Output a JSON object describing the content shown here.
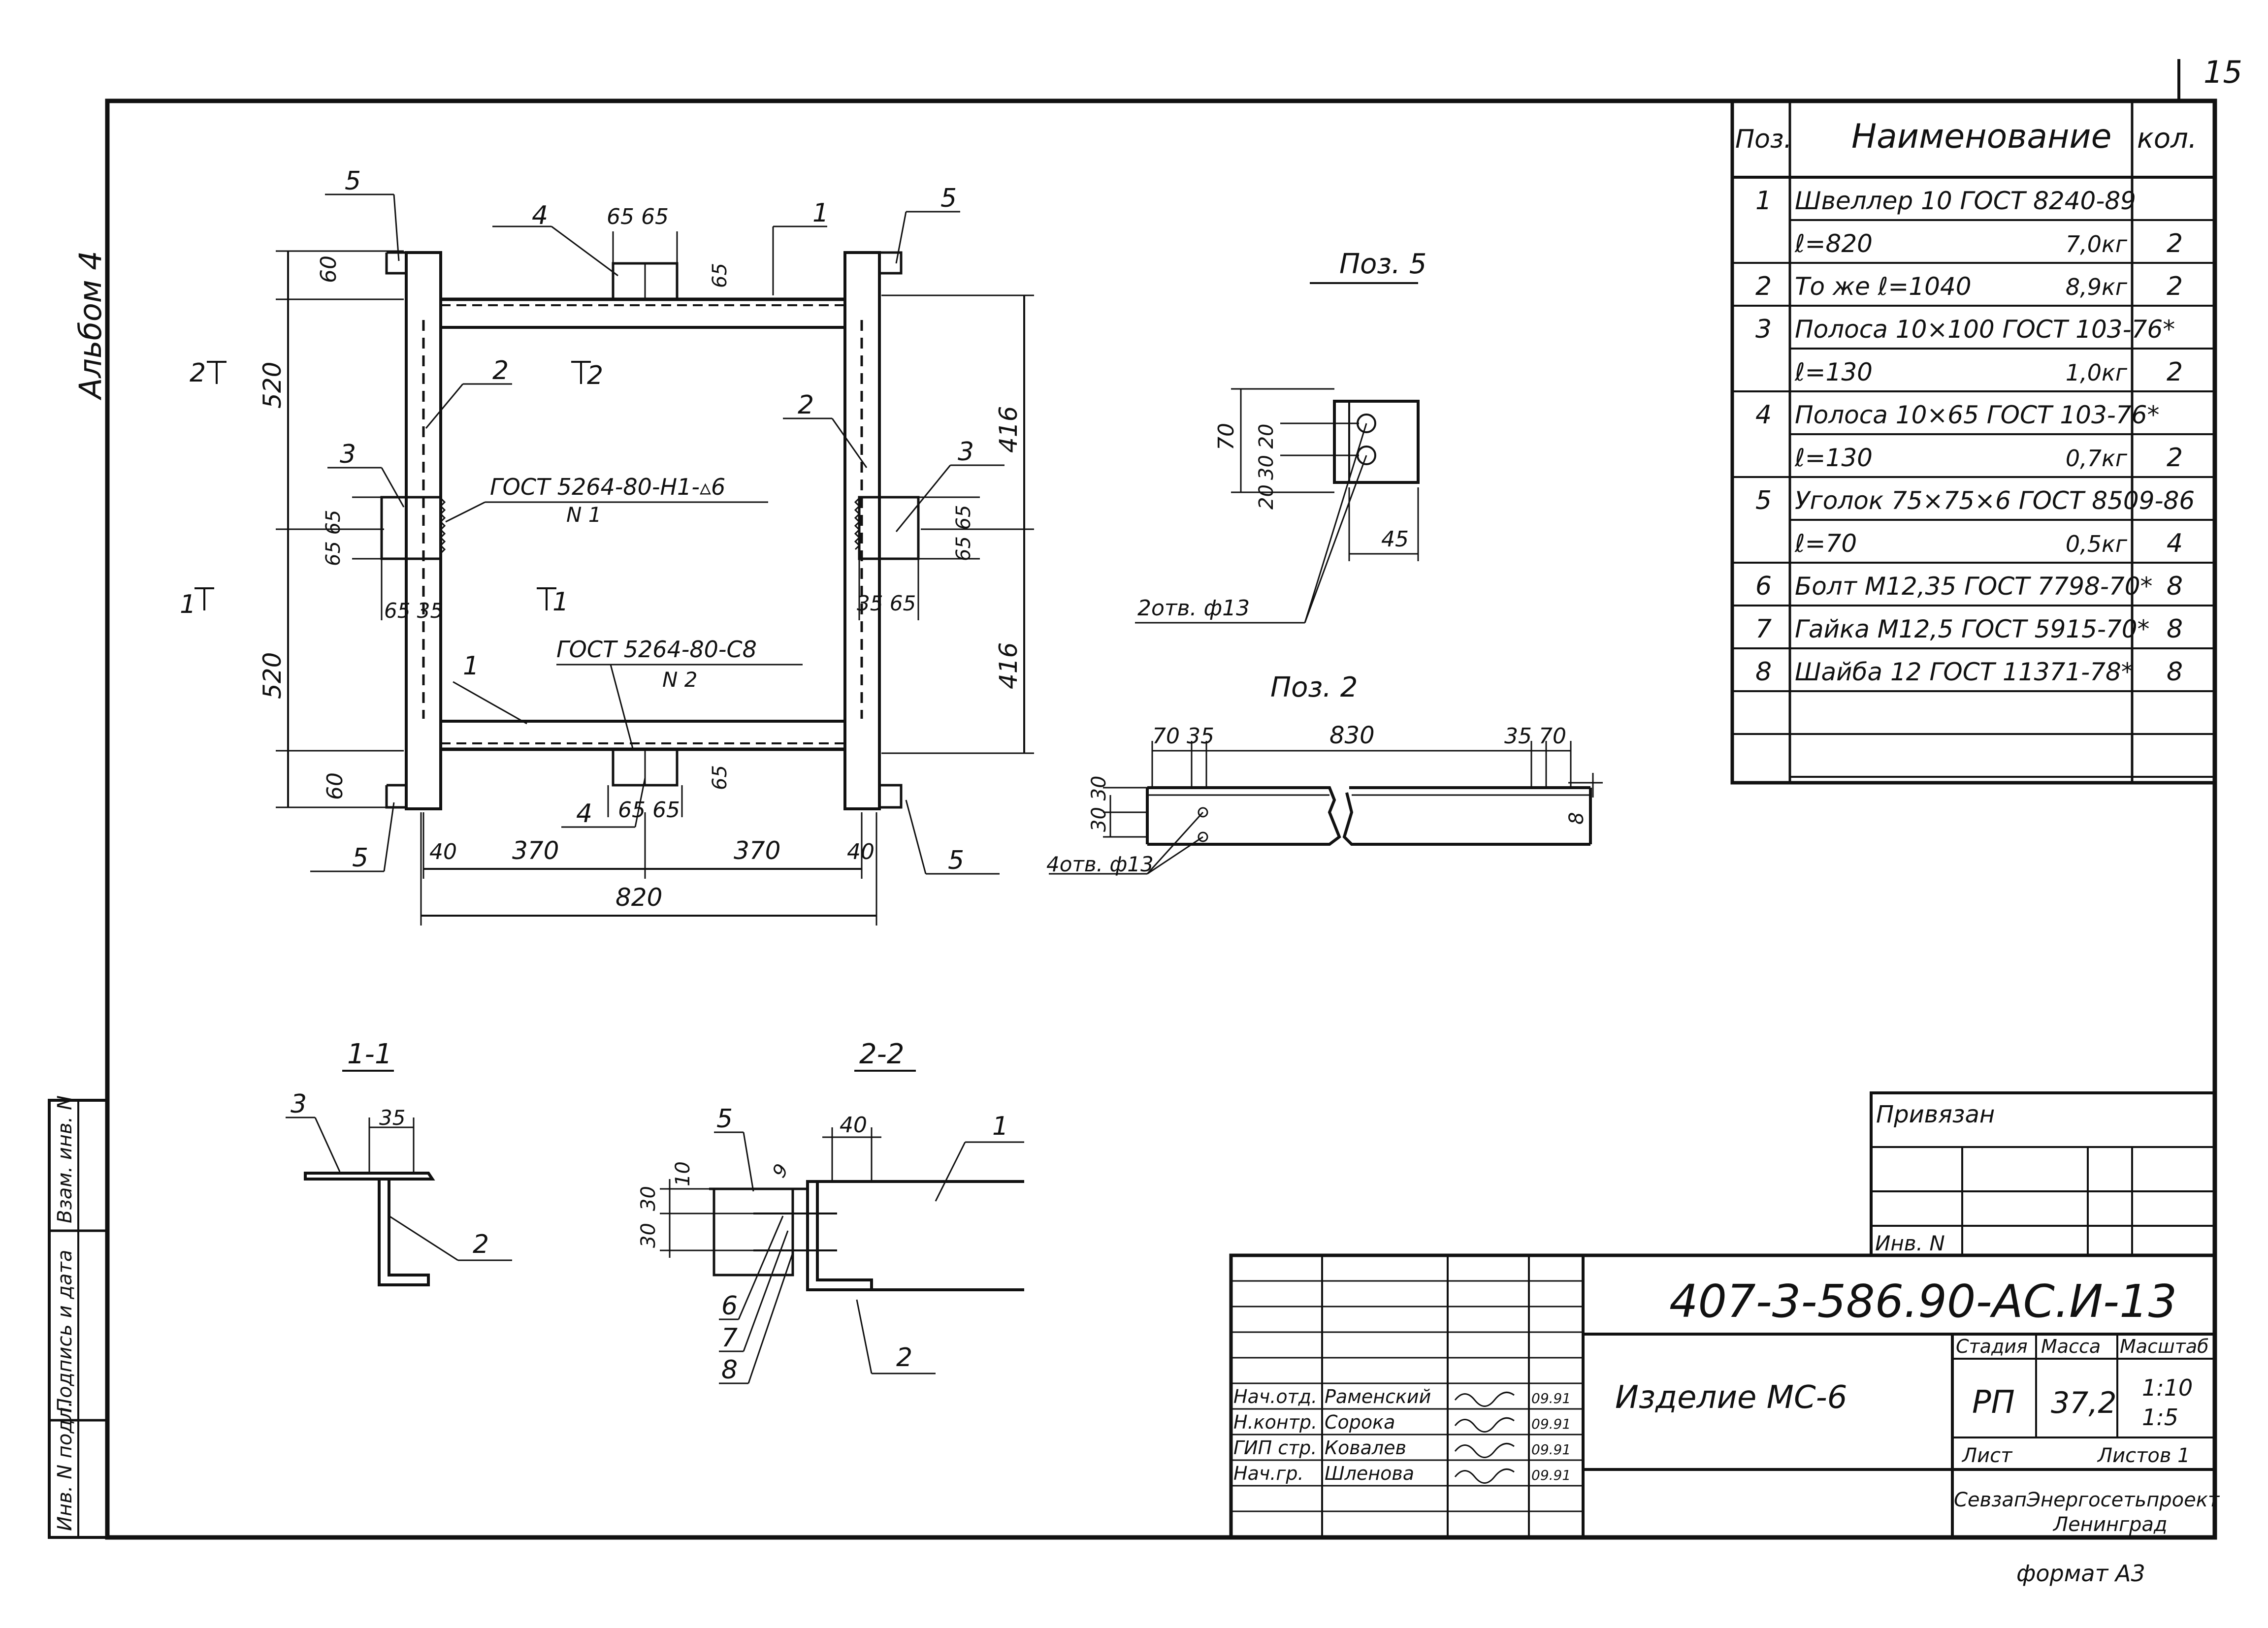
{
  "sheet": {
    "page_number": "15",
    "album_label": "Альбом 4",
    "format_label": "формат А3"
  },
  "spec_table": {
    "headers": {
      "pos": "Поз.",
      "name": "Наименование",
      "qty": "кол."
    },
    "rows": [
      {
        "pos": "1",
        "name": "Швеллер 10 ГОСТ 8240-89",
        "mass": "",
        "qty": ""
      },
      {
        "pos": "",
        "name": "ℓ=820",
        "mass": "7,0кг",
        "qty": "2"
      },
      {
        "pos": "2",
        "name": "То же ℓ=1040",
        "mass": "8,9кг",
        "qty": "2"
      },
      {
        "pos": "3",
        "name": "Полоса 10×100 ГОСТ 103-76*",
        "mass": "",
        "qty": ""
      },
      {
        "pos": "",
        "name": "ℓ=130",
        "mass": "1,0кг",
        "qty": "2"
      },
      {
        "pos": "4",
        "name": "Полоса 10×65 ГОСТ 103-76*",
        "mass": "",
        "qty": ""
      },
      {
        "pos": "",
        "name": "ℓ=130",
        "mass": "0,7кг",
        "qty": "2"
      },
      {
        "pos": "5",
        "name": "Уголок 75×75×6 ГОСТ 8509-86",
        "mass": "",
        "qty": ""
      },
      {
        "pos": "",
        "name": "ℓ=70",
        "mass": "0,5кг",
        "qty": "4"
      },
      {
        "pos": "6",
        "name": "Болт М12,35 ГОСТ 7798-70*",
        "mass": "",
        "qty": "8"
      },
      {
        "pos": "7",
        "name": "Гайка М12,5 ГОСТ 5915-70*",
        "mass": "",
        "qty": "8"
      },
      {
        "pos": "8",
        "name": "Шайба 12 ГОСТ 11371-78*",
        "mass": "",
        "qty": "8"
      },
      {
        "pos": "",
        "name": "",
        "mass": "",
        "qty": ""
      },
      {
        "pos": "",
        "name": "",
        "mass": "",
        "qty": ""
      }
    ]
  },
  "main_view": {
    "dims": {
      "d520_top": "520",
      "d520_bottom": "520",
      "d60_top": "60",
      "d60_bottom": "60",
      "d416_top": "416",
      "d416_bottom": "416",
      "d65_65_top": "65 65",
      "d65_top_r": "65",
      "d65_65_bottom": "65 65",
      "d65_bottom_r": "65",
      "d65_65_left": "65 65",
      "d65_35_left": "65 35",
      "d35_65_right": "35 65",
      "d65_65_right": "65 65",
      "d40_left": "40",
      "d370_left": "370",
      "d370_right": "370",
      "d40_right": "40",
      "d820": "820"
    },
    "weld1": {
      "line1": "ГОСТ 5264-80-Н1-▵6",
      "line2": "N 1"
    },
    "weld2": {
      "line1": "ГОСТ 5264-80-С8",
      "line2": "N 2"
    },
    "callouts": {
      "p1a": "1",
      "p1b": "1",
      "p2a": "2",
      "p2b": "2",
      "p3a": "3",
      "p3b": "3",
      "p4a": "4",
      "p4b": "4",
      "p5a": "5",
      "p5b": "5",
      "p5c": "5",
      "p5d": "5"
    },
    "section_marks": {
      "s2_left": "2",
      "s2_mid": "2",
      "s1_left": "1",
      "s1_mid": "1"
    }
  },
  "pos5_detail": {
    "title": "Поз. 5",
    "dims": {
      "d70": "70",
      "d30_20": "30 20",
      "d20": "20",
      "d45": "45"
    },
    "holes": "2отв. ф13"
  },
  "pos2_detail": {
    "title": "Поз. 2",
    "dims": {
      "d70_35_left": "70 35",
      "d830": "830",
      "d35_70_right": "35 70",
      "d30_30": "30 30",
      "d8": "8"
    },
    "holes": "4отв. ф13"
  },
  "section_1_1": {
    "title": "1-1",
    "dim35": "35",
    "call3": "3",
    "call2": "2"
  },
  "section_2_2": {
    "title": "2-2",
    "dims": {
      "d40": "40",
      "d10": "10",
      "d30a": "30",
      "d30b": "30",
      "d9": "9"
    },
    "callouts": {
      "c5": "5",
      "c1": "1",
      "c6": "6",
      "c7": "7",
      "c8": "8",
      "c2": "2"
    }
  },
  "side_stamp": {
    "col1": "Инв. N подл.",
    "col2": "Подпись и дата",
    "col3": "Взам. инв. N"
  },
  "binding_block": {
    "title": "Привязан",
    "inv_label": "Инв. N"
  },
  "title_block": {
    "doc_code": "407-3-586.90-АС.И-13",
    "item_name": "Изделие МС-6",
    "stage_label": "Стадия",
    "mass_label": "Масса",
    "scale_label": "Масштаб",
    "stage": "РП",
    "mass": "37,2",
    "scale1": "1:10",
    "scale2": "1:5",
    "sheet_label": "Лист",
    "sheets_label": "Листов 1",
    "org": "СевзапЭнергосетьпроект",
    "city": "Ленинград",
    "signatures": [
      {
        "role": "Нач.отд.",
        "name": "Раменский",
        "date": "09.91"
      },
      {
        "role": "Н.контр.",
        "name": "Сорока",
        "date": "09.91"
      },
      {
        "role": "ГИП стр.",
        "name": "Ковалев",
        "date": "09.91"
      },
      {
        "role": "Нач.гр.",
        "name": "Шленова",
        "date": "09.91"
      }
    ]
  }
}
